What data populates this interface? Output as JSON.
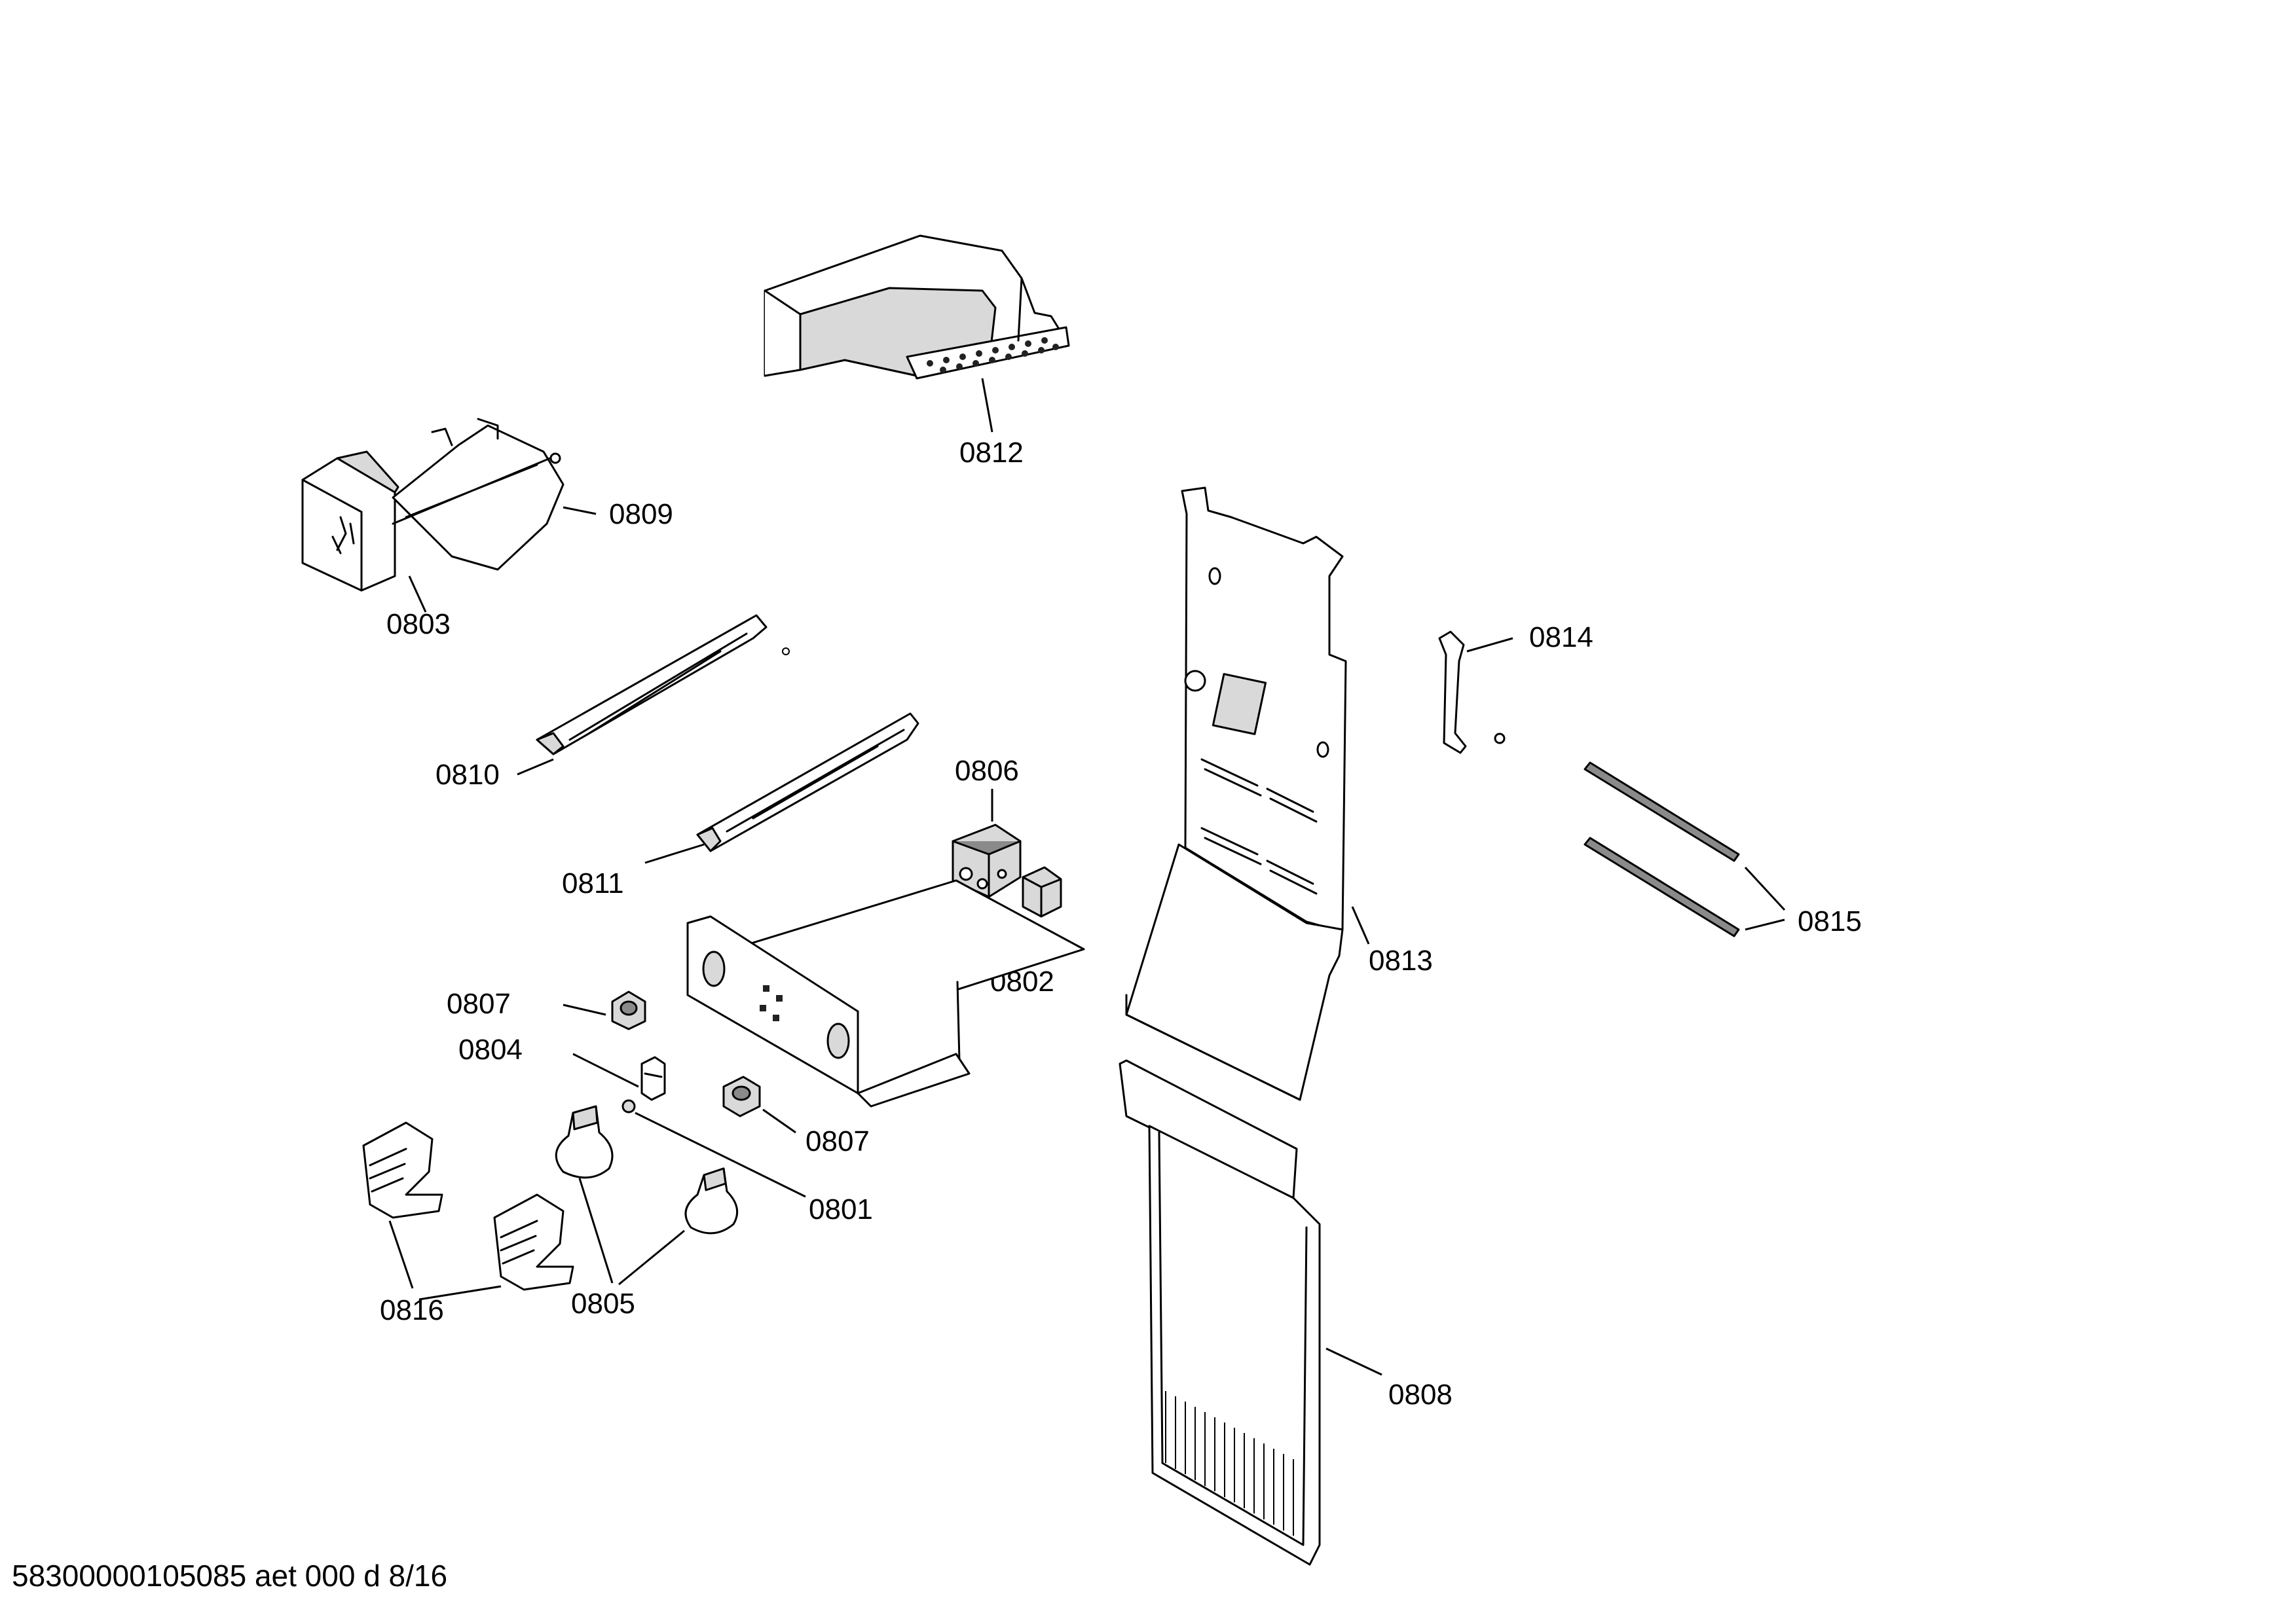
{
  "document_id": "58300000105085 aet 000 d 8/16",
  "labels": {
    "p0801": "0801",
    "p0802": "0802",
    "p0803": "0803",
    "p0804": "0804",
    "p0805": "0805",
    "p0806": "0806",
    "p0807": "0807",
    "p0808": "0808",
    "p0809": "0809",
    "p0810": "0810",
    "p0811": "0811",
    "p0812": "0812",
    "p0813": "0813",
    "p0814": "0814",
    "p0815": "0815",
    "p0816": "0816"
  }
}
